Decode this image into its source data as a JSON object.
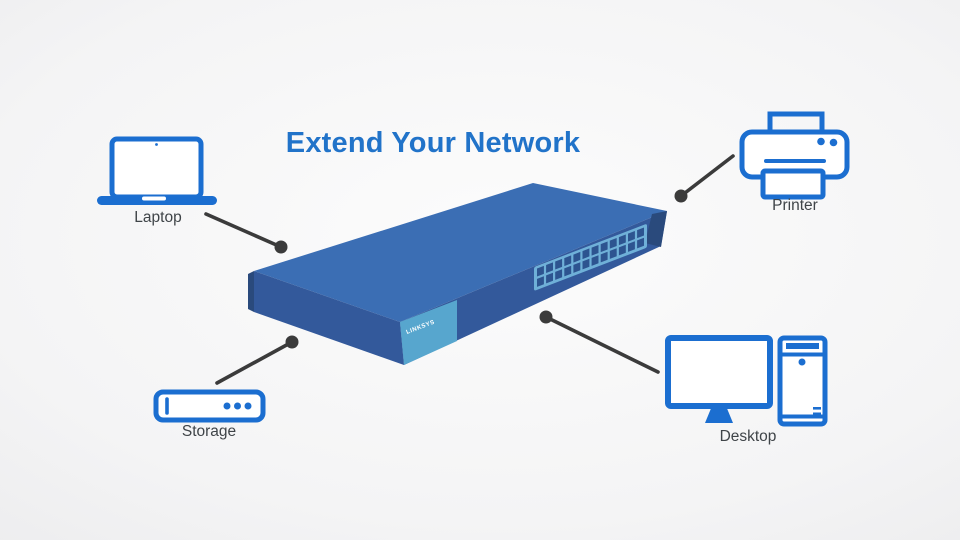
{
  "title": "Extend Your Network",
  "devices": [
    {
      "id": "laptop",
      "label": "Laptop"
    },
    {
      "id": "printer",
      "label": "Printer"
    },
    {
      "id": "storage",
      "label": "Storage"
    },
    {
      "id": "desktop",
      "label": "Desktop"
    }
  ],
  "switch": {
    "brand": "LINKSYS",
    "ports": {
      "rows": 2,
      "columns": 12
    }
  },
  "colors": {
    "title_text": "#2173C9",
    "label_text": "#3F4448",
    "icon_blue": "#1B6ED0",
    "switch_top": "#3B6EB4",
    "switch_side": "#33599B",
    "switch_edge_dark": "#2A4A7C",
    "switch_badge": "#57A6CE",
    "port_panel": "#6FB0D8",
    "port_hole": "#2D5490",
    "connector": "#3B3B3B"
  }
}
